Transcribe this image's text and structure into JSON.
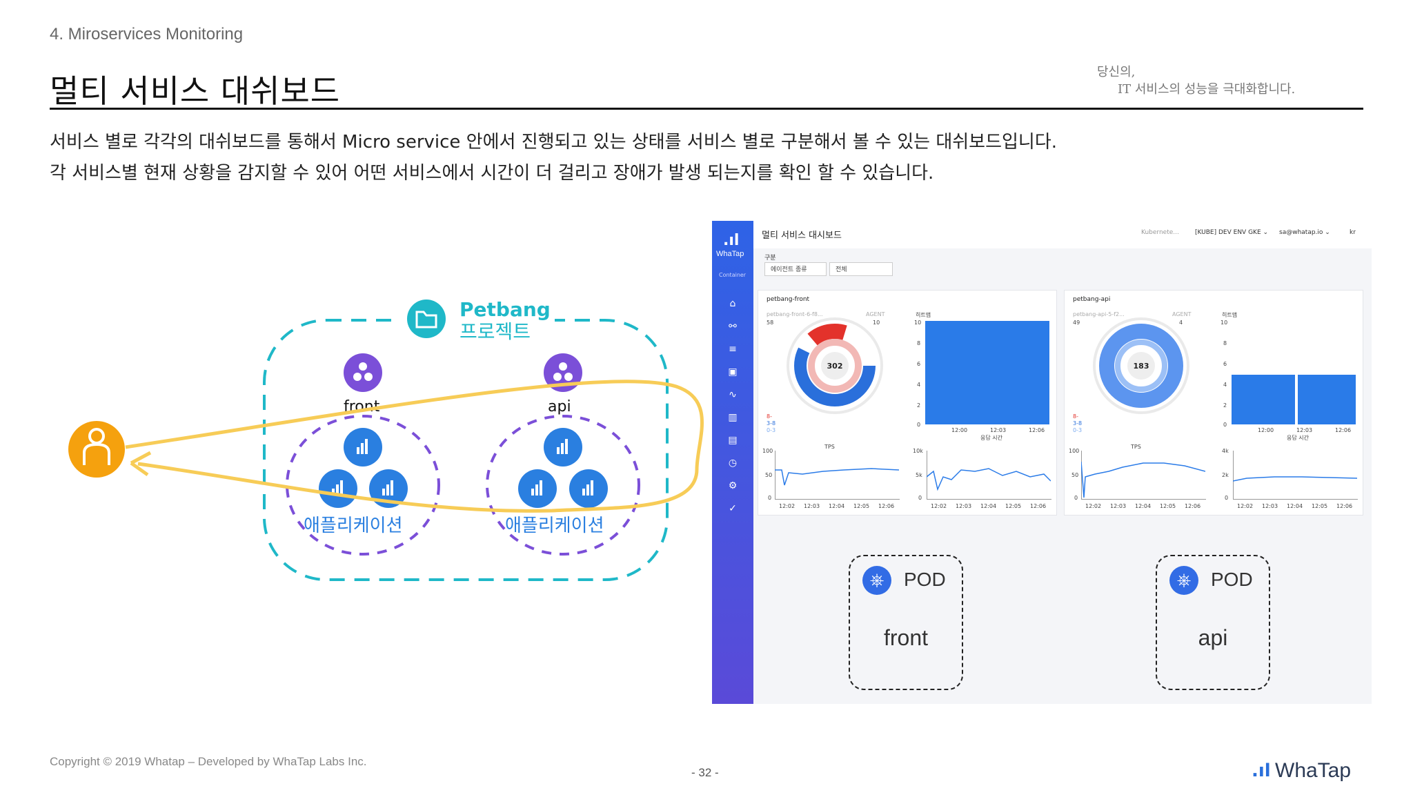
{
  "header": {
    "section": "4. Miroservices Monitoring",
    "title": "멀티 서비스 대쉬보드",
    "tagline_line1": "당신의,",
    "tagline_line2": "IT 서비스의 성능을 극대화합니다."
  },
  "description": {
    "line1": "서비스 별로 각각의 대쉬보드를 통해서 Micro service 안에서 진행되고 있는 상태를 서비스 별로 구분해서 볼 수 있는 대쉬보드입니다.",
    "line2": "각 서비스별 현재 상황을 감지할 수 있어 어떤 서비스에서 시간이 더 걸리고 장애가 발생 되는지를 확인 할 수 있습니다."
  },
  "diagram": {
    "project_name": "Petbang",
    "project_label": "프로젝트",
    "services": [
      {
        "name": "front",
        "apps_label": "애플리케이션"
      },
      {
        "name": "api",
        "apps_label": "애플리케이션"
      }
    ],
    "colors": {
      "project": "#1fb8c8",
      "service": "#7b4fd8",
      "app": "#2a7fe0",
      "user": "#f5a10e",
      "flow": "#f7cc57"
    }
  },
  "dashboard": {
    "brand": "WhaTap",
    "brand_sub": "Container",
    "title": "멀티 서비스 대시보드",
    "top_items": [
      "Kubernete... ",
      "[KUBE] DEV ENV GKE ⌄",
      "sa@whatap.io ⌄",
      "kr"
    ],
    "filter_label": "구분",
    "filter_agent": "에이전트 종류",
    "filter_all": "전체",
    "panels": [
      {
        "title": "petbang-front",
        "pod_name": "petbang-front-6-f8...",
        "agent_label": "AGENT",
        "agent_count": "58",
        "agent_active": "10",
        "gauge_value": "302",
        "legend": [
          "8-",
          "3-8",
          "0-3"
        ],
        "heatmap_label": "히트맵",
        "heatmap_y": [
          "10",
          "8",
          "6",
          "4",
          "2",
          "0"
        ],
        "heatmap_x": [
          "12:00",
          "12:03",
          "12:06"
        ],
        "heatmap_xlabel": "응답 시간",
        "tps_label": "TPS",
        "tps_y": [
          "100",
          "50",
          "0"
        ],
        "tps_x": [
          "12:02",
          "12:03",
          "12:04",
          "12:05",
          "12:06"
        ],
        "rt_y": [
          "10k",
          "5k",
          "0"
        ],
        "rt_x": [
          "12:02",
          "12:03",
          "12:04",
          "12:05",
          "12:06"
        ]
      },
      {
        "title": "petbang-api",
        "pod_name": "petbang-api-5-f2...",
        "agent_label": "AGENT",
        "agent_count": "49",
        "agent_active": "4",
        "gauge_value": "183",
        "legend": [
          "8-",
          "3-8",
          "0-3"
        ],
        "heatmap_label": "히트맵",
        "heatmap_y": [
          "10",
          "8",
          "6",
          "4",
          "2",
          "0"
        ],
        "heatmap_x": [
          "12:00",
          "12:03",
          "12:06"
        ],
        "heatmap_xlabel": "응답 시간",
        "tps_label": "TPS",
        "tps_y": [
          "100",
          "50",
          "0"
        ],
        "tps_x": [
          "12:02",
          "12:03",
          "12:04",
          "12:05",
          "12:06"
        ],
        "rt_y": [
          "4k",
          "2k",
          "0"
        ],
        "rt_x": [
          "12:02",
          "12:03",
          "12:04",
          "12:05",
          "12:06"
        ]
      }
    ]
  },
  "pods": [
    {
      "label": "POD",
      "name": "front"
    },
    {
      "label": "POD",
      "name": "api"
    }
  ],
  "footer": {
    "copyright": "Copyright © 2019 Whatap – Developed by WhaTap Labs Inc.",
    "page": "- 32 -",
    "brand": "WhaTap"
  }
}
